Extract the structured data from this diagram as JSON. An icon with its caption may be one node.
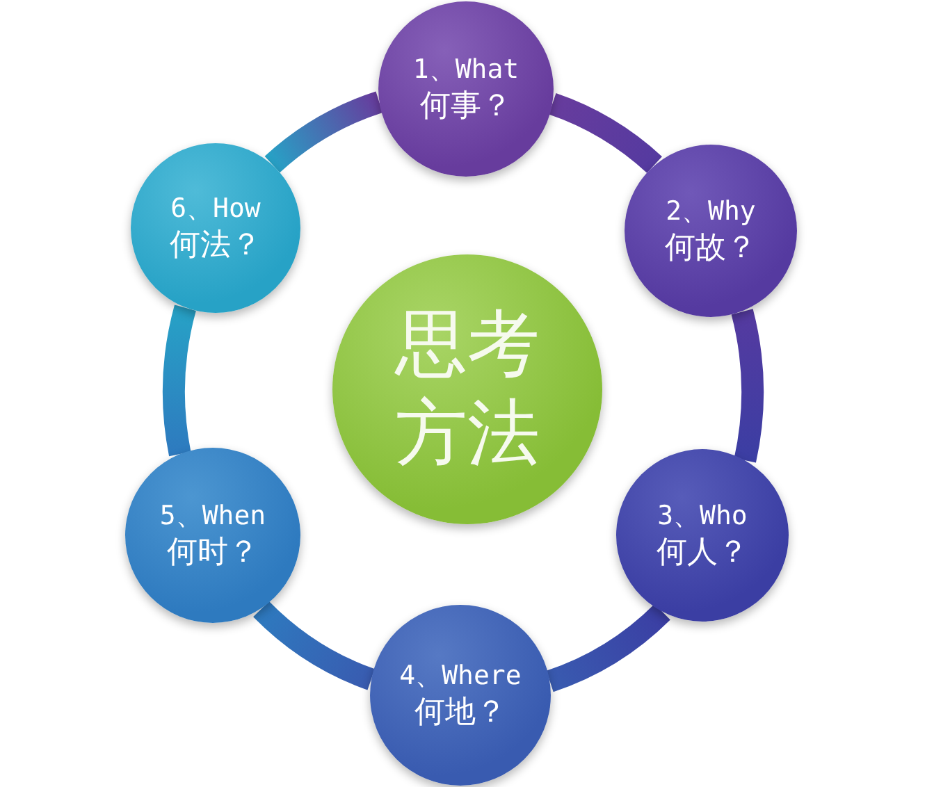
{
  "diagram": {
    "nodes": [
      {
        "text": [
          "思考方法"
        ]
      },
      {
        "text": [
          "1、What",
          "何事？"
        ]
      },
      {
        "text": [
          "2、Why",
          "何故？"
        ]
      },
      {
        "text": [
          "3、Who",
          "何人？"
        ]
      },
      {
        "text": [
          "4、Where",
          "何地？"
        ]
      },
      {
        "text": [
          "5、When",
          "何时？"
        ]
      },
      {
        "text": [
          "6、How",
          "何法？"
        ]
      }
    ],
    "edges": [
      {
        "from": 1,
        "to": 2,
        "arrow": "none"
      },
      {
        "from": 2,
        "to": 3,
        "arrow": "none"
      },
      {
        "from": 3,
        "to": 4,
        "arrow": "none"
      },
      {
        "from": 4,
        "to": 5,
        "arrow": "none"
      },
      {
        "from": 5,
        "to": 6,
        "arrow": "none"
      },
      {
        "from": 6,
        "to": 1,
        "arrow": "none"
      }
    ]
  }
}
